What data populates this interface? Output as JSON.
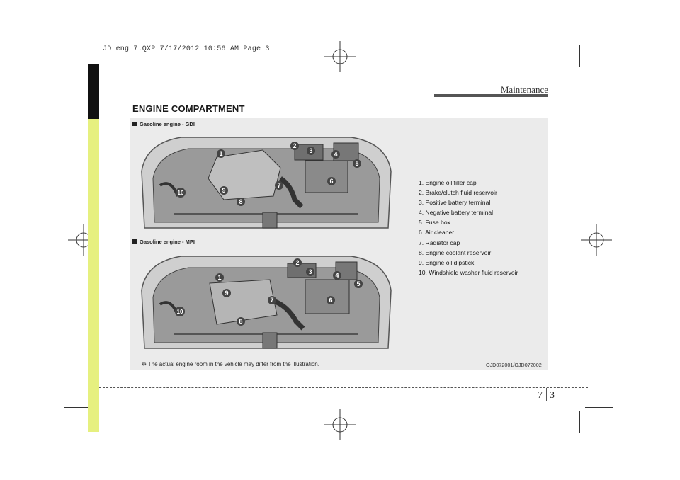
{
  "slug": "JD eng 7.QXP  7/17/2012  10:56 AM  Page 3",
  "section": "Maintenance",
  "title": "ENGINE COMPARTMENT",
  "figures": [
    {
      "label": "Gasoline engine - GDI",
      "callouts": [
        "1",
        "2",
        "3",
        "4",
        "5",
        "6",
        "7",
        "8",
        "9",
        "10"
      ]
    },
    {
      "label": "Gasoline engine - MPI",
      "callouts": [
        "1",
        "2",
        "3",
        "4",
        "5",
        "6",
        "7",
        "8",
        "9",
        "10"
      ]
    }
  ],
  "legend": [
    "1. Engine oil filler cap",
    "2. Brake/clutch fluid reservoir",
    "3. Positive battery terminal",
    "4. Negative battery terminal",
    "5. Fuse box",
    "6. Air cleaner",
    "7. Radiator cap",
    "8. Engine coolant reservoir",
    "9. Engine oil dipstick",
    "10. Windshield washer fluid reservoir"
  ],
  "note": "❉ The actual engine room in the vehicle may differ from the illustration.",
  "figure_code": "OJD072001/OJD072002",
  "page": {
    "chapter": "7",
    "number": "3"
  }
}
